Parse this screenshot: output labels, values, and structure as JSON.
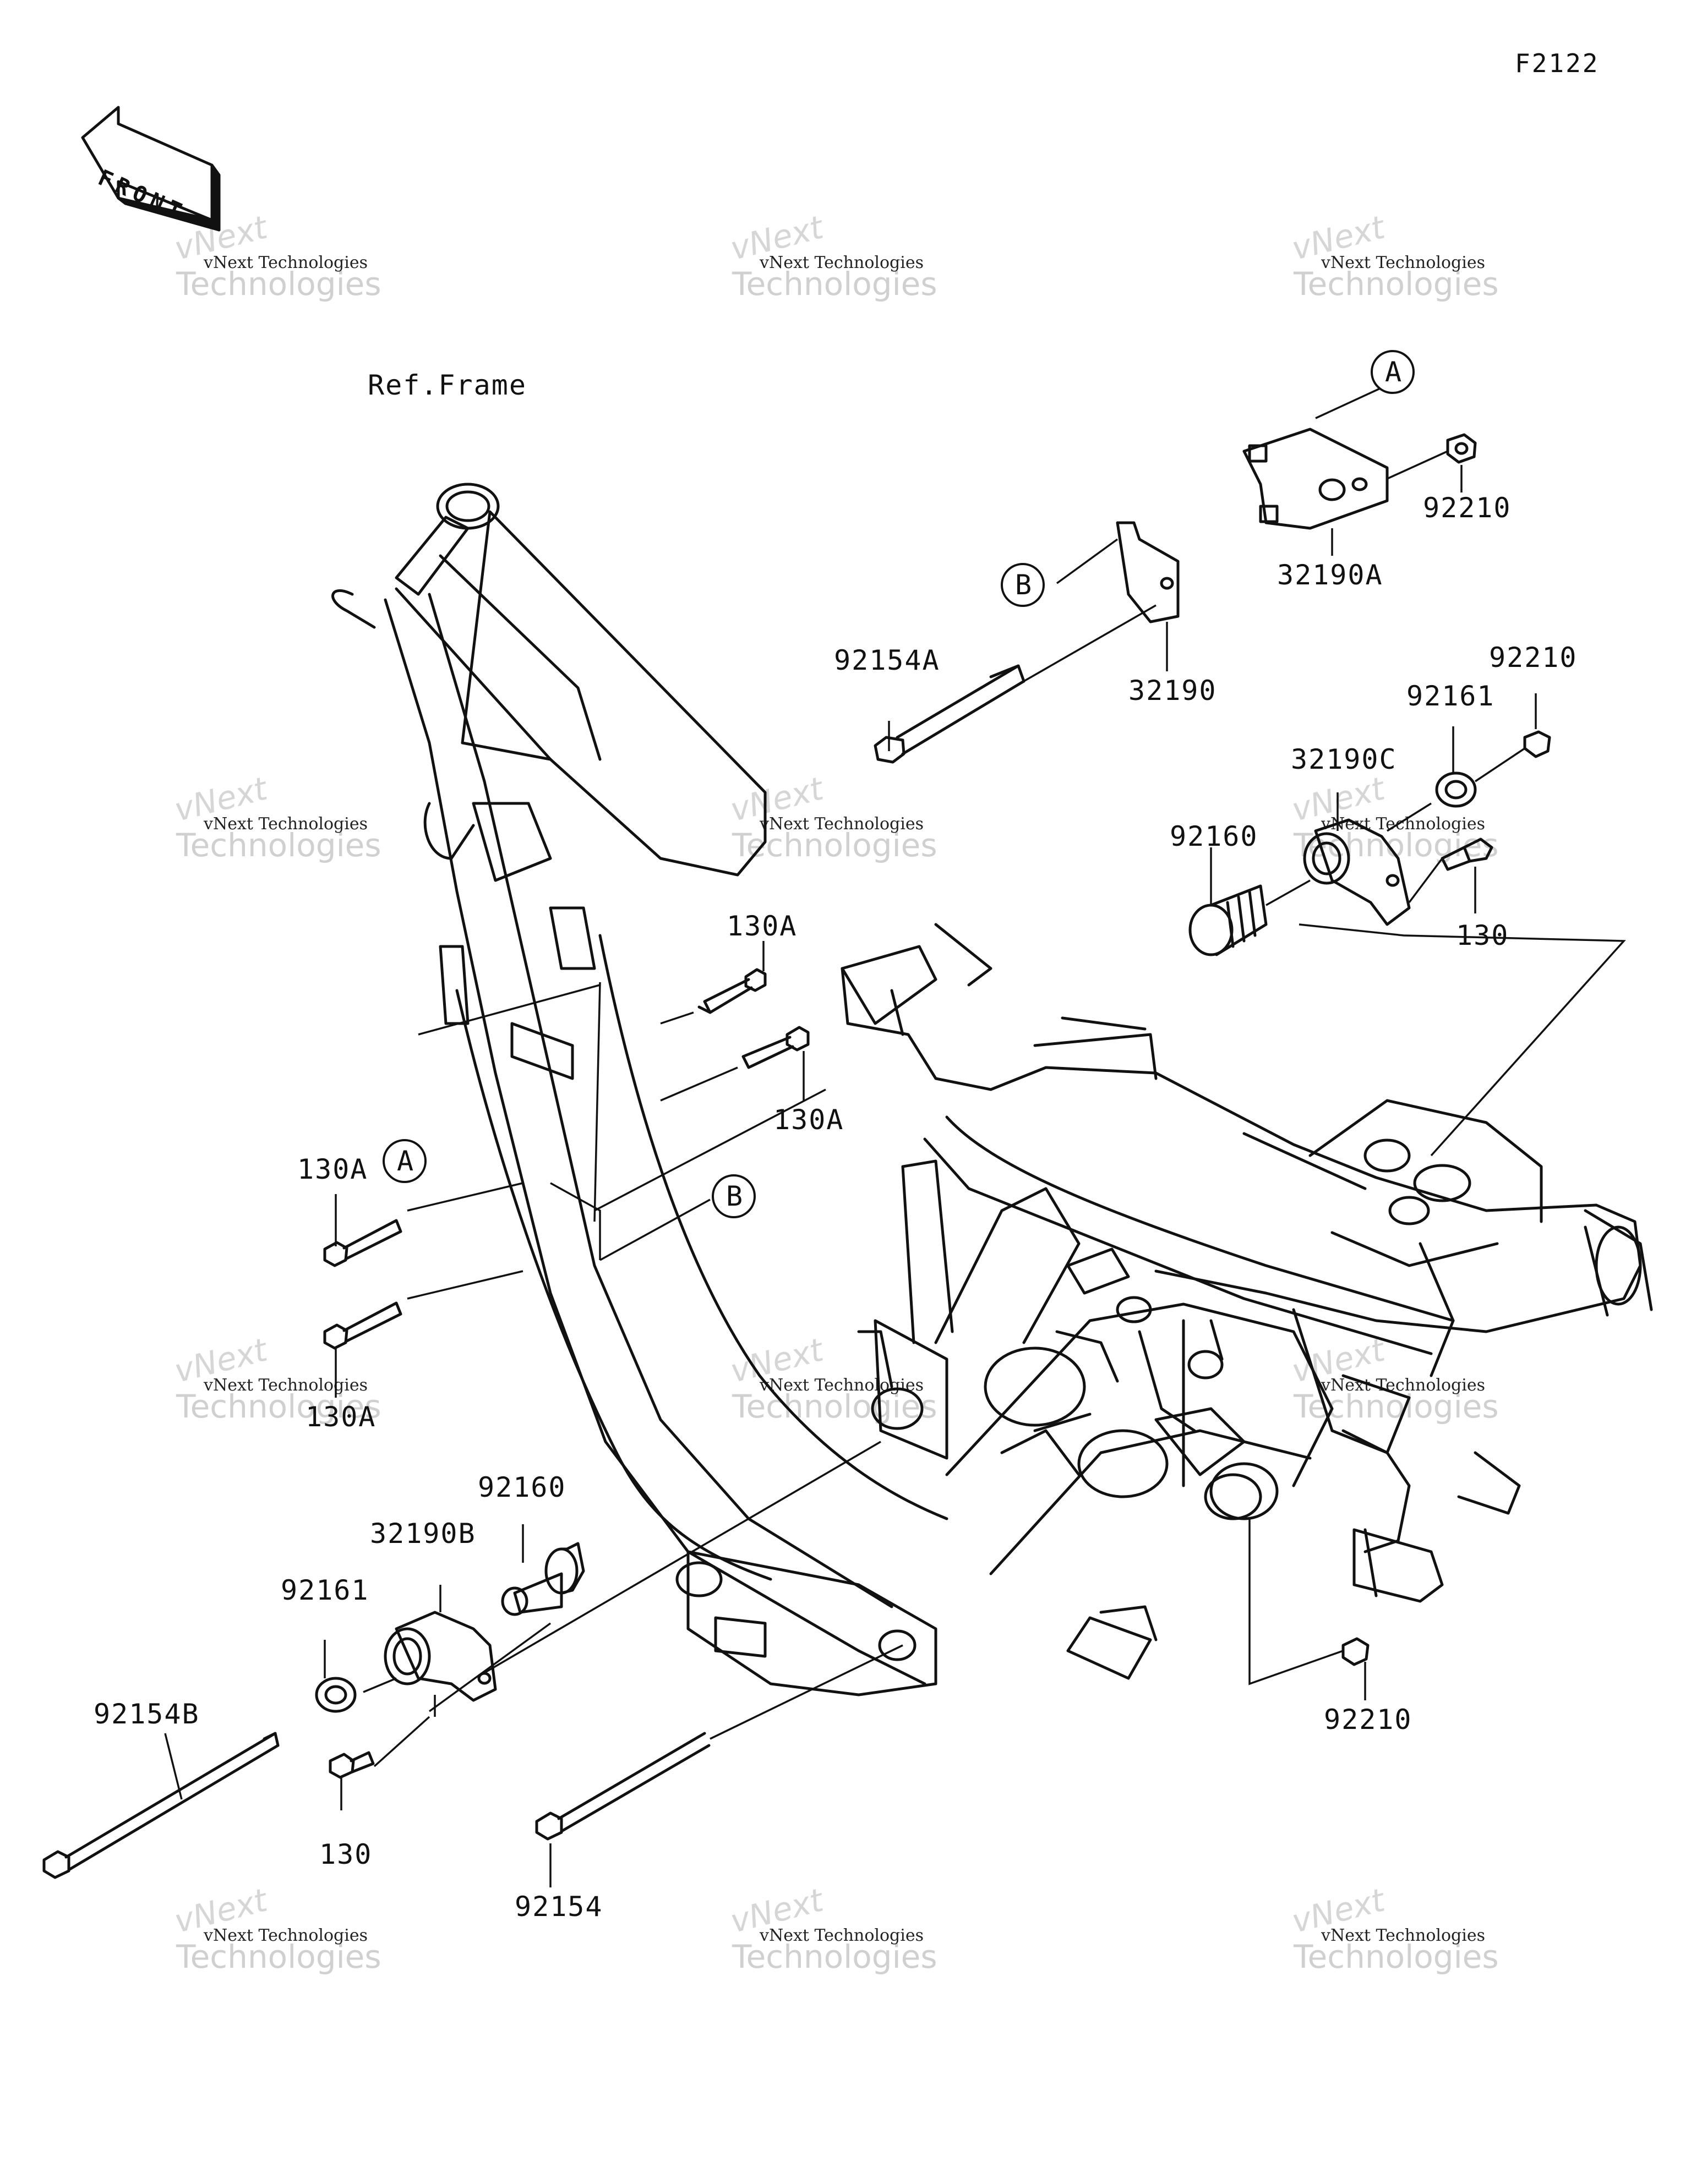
{
  "diagram_code": "F2122",
  "front_label": "FRONT",
  "ref_frame_label": "Ref.Frame",
  "callout_a": "A",
  "callout_b": "B",
  "watermark": {
    "line1": "vNext Technologies",
    "line2": "vNext",
    "line3": "Technologies"
  },
  "parts": {
    "p_32190A": "32190A",
    "p_92210_top": "92210",
    "p_32190": "32190",
    "p_92154A": "92154A",
    "p_92210_right": "92210",
    "p_92161_right": "92161",
    "p_32190C": "32190C",
    "p_92160_right": "92160",
    "p_130_right": "130",
    "p_130A_top": "130A",
    "p_130A_mid": "130A",
    "p_130A_left": "130A",
    "p_130A_lower": "130A",
    "p_92160_left": "92160",
    "p_32190B": "32190B",
    "p_92161_left": "92161",
    "p_92154B": "92154B",
    "p_130_left": "130",
    "p_92154": "92154",
    "p_92210_bottom": "92210"
  }
}
